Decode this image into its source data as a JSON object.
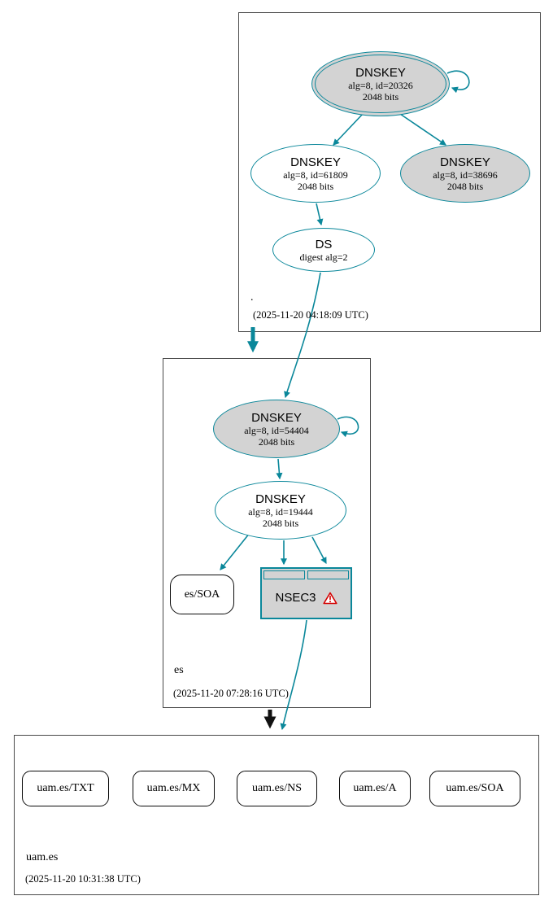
{
  "colors": {
    "edge_and_node_border": "#0a879a",
    "key_fill_gray": "#d3d3d3",
    "warning_red": "#d40000",
    "delegation_black": "#111111"
  },
  "zones": {
    "root": {
      "label": ".",
      "timestamp": "(2025-11-20 04:18:09 UTC)",
      "ksk": {
        "title": "DNSKEY",
        "detail1": "alg=8, id=20326",
        "detail2": "2048 bits"
      },
      "zsk": {
        "title": "DNSKEY",
        "detail1": "alg=8, id=61809",
        "detail2": "2048 bits"
      },
      "key3": {
        "title": "DNSKEY",
        "detail1": "alg=8, id=38696",
        "detail2": "2048 bits"
      },
      "ds": {
        "title": "DS",
        "detail1": "digest alg=2"
      }
    },
    "es": {
      "label": "es",
      "timestamp": "(2025-11-20 07:28:16 UTC)",
      "ksk": {
        "title": "DNSKEY",
        "detail1": "alg=8, id=54404",
        "detail2": "2048 bits"
      },
      "zsk": {
        "title": "DNSKEY",
        "detail1": "alg=8, id=19444",
        "detail2": "2048 bits"
      },
      "soa": {
        "label": "es/SOA"
      },
      "nsec3": {
        "label": "NSEC3",
        "warning_icon": "warning-triangle"
      }
    },
    "uam": {
      "label": "uam.es",
      "timestamp": "(2025-11-20 10:31:38 UTC)",
      "rrsets": [
        "uam.es/TXT",
        "uam.es/MX",
        "uam.es/NS",
        "uam.es/A",
        "uam.es/SOA"
      ]
    }
  }
}
